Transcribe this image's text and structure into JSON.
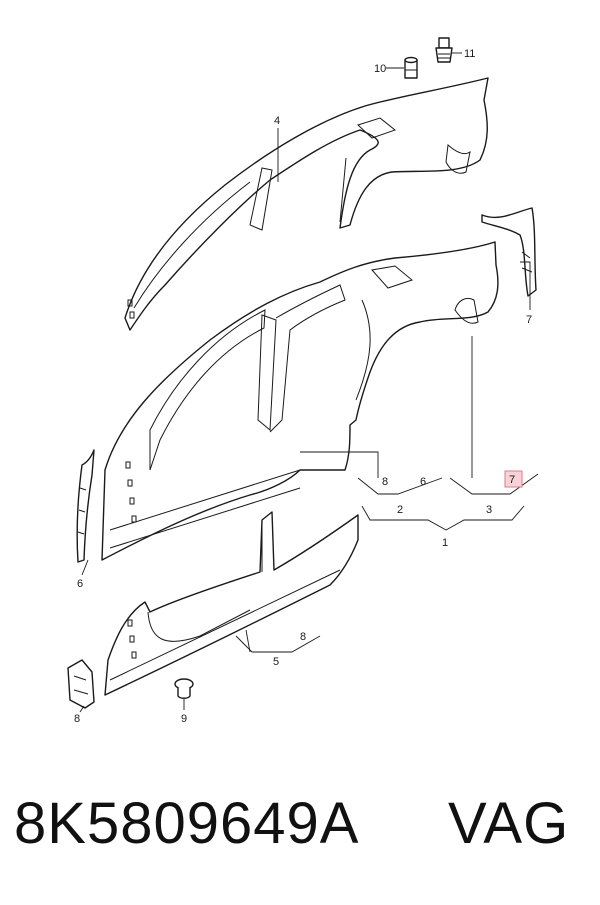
{
  "callouts": {
    "c1": "1",
    "c2": "2",
    "c3": "3",
    "c4": "4",
    "c5": "5",
    "c6a": "6",
    "c6b": "6",
    "c7a": "7",
    "c7b": "7",
    "c8a": "8",
    "c8b": "8",
    "c8c": "8",
    "c9": "9",
    "c10": "10",
    "c11": "11"
  },
  "highlight_color": "#f7d2d8",
  "footer": {
    "part_number": "8K5809649A",
    "brand": "VAG"
  }
}
